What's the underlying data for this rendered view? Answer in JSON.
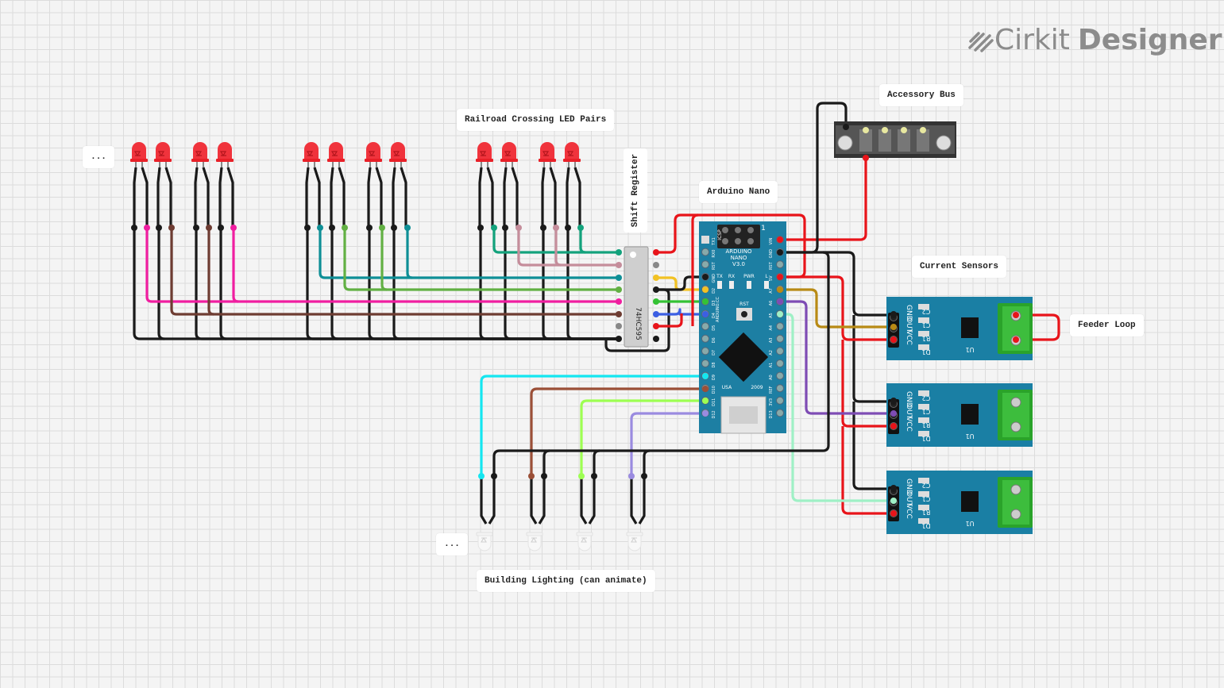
{
  "brand": {
    "logo_part1": "Cirkit",
    "logo_part2": "Designer"
  },
  "labels": {
    "railroad": "Railroad Crossing LED Pairs",
    "shift_register": "Shift Register",
    "arduino": "Arduino Nano",
    "accessory_bus": "Accessory Bus",
    "current_sensors": "Current Sensors",
    "feeder_loop": "Feeder Loop",
    "building_lighting": "Building Lighting (can animate)",
    "ellipsis_left": "...",
    "ellipsis_bottom": "..."
  },
  "arduino": {
    "model": "ARDUINO",
    "model2": "NANO",
    "version": "V3.0",
    "icsp": "ICSP",
    "rst": "RST",
    "usa": "USA",
    "year": "2009",
    "site": "ARDUINO.CC",
    "leds": [
      "TX",
      "RX",
      "PWR",
      "L"
    ],
    "pins_left": [
      "TX1",
      "RX0",
      "RST",
      "GND",
      "D2",
      "D3",
      "D4",
      "D5",
      "D6",
      "D7",
      "D8",
      "D9",
      "D10",
      "D11",
      "D12"
    ],
    "pins_right": [
      "VIN",
      "GND",
      "RST",
      "5V",
      "A7",
      "A6",
      "A5",
      "A4",
      "A3",
      "A2",
      "A1",
      "A0",
      "REF",
      "3V3",
      "D13"
    ]
  },
  "shift_register_chip": {
    "name": "74HC595"
  },
  "sensor": {
    "pins": [
      "GND",
      "OUT",
      "VCC"
    ],
    "parts": [
      "C2",
      "C1",
      "R1",
      "D1"
    ],
    "ic": "U1"
  },
  "colors": {
    "wire_black": "#1a1a1a",
    "wire_red": "#e8141a",
    "wire_pink": "#f01ea0",
    "wire_brown": "#6e3c32",
    "wire_teal": "#0e8f96",
    "wire_green": "#62b043",
    "wire_mauve": "#c58d9b",
    "wire_emerald": "#13a27c",
    "wire_yellow": "#f2c224",
    "wire_lime": "#34c234",
    "wire_blue": "#3c5fe3",
    "wire_olive": "#b88a15",
    "wire_purple": "#7e4cb4",
    "wire_mint": "#9ff0c6",
    "wire_cyan": "#14e6f0",
    "wire_sienna": "#9b4f37",
    "wire_chartreuse": "#9dff52",
    "wire_lavender": "#9a8be0",
    "board_blue": "#1d7fa3",
    "led_red": "#f0333c",
    "terminal_green": "#2aa32a"
  },
  "icons": [
    "cirkit-logo-icon",
    "led-red-icon",
    "led-white-icon",
    "chip-icon",
    "terminal-block-icon",
    "current-sensor-icon",
    "mini-usb-icon"
  ]
}
